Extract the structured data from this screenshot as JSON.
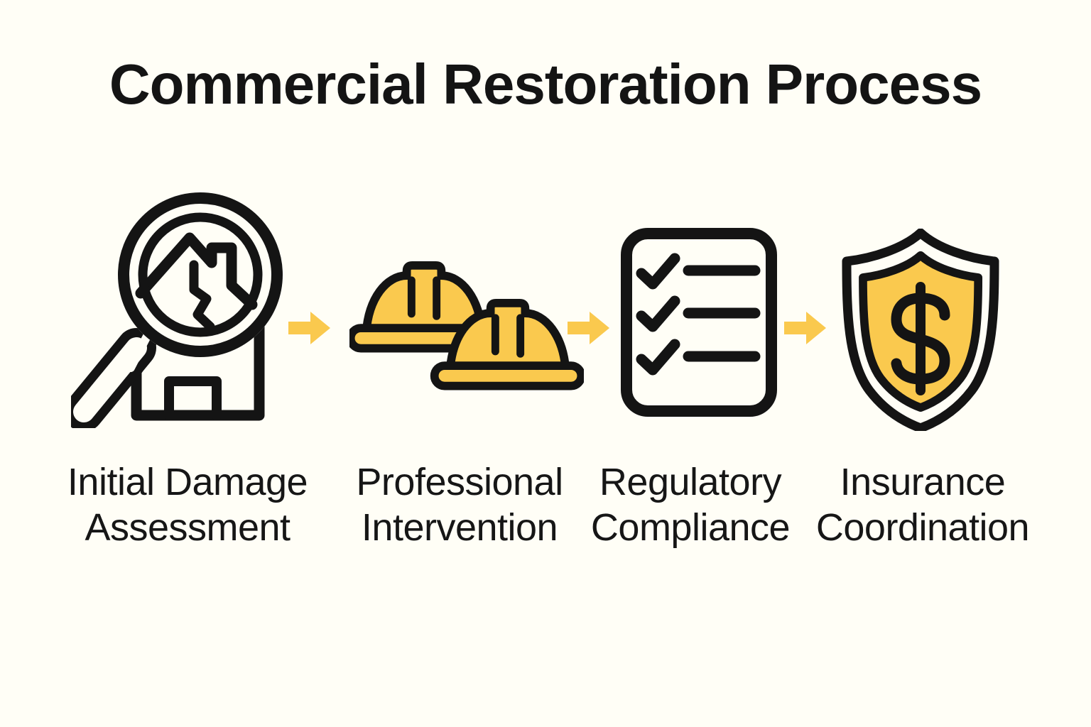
{
  "title": "Commercial Restoration Process",
  "colors": {
    "background": "#FFFEF6",
    "ink": "#141414",
    "accent_yellow": "#FAC94E"
  },
  "steps": [
    {
      "name": "initial-damage-assessment",
      "icon": "magnifier-damaged-house-icon",
      "label_line1": "Initial Damage",
      "label_line2": "Assessment"
    },
    {
      "name": "professional-intervention",
      "icon": "hard-hats-icon",
      "label_line1": "Professional",
      "label_line2": "Intervention"
    },
    {
      "name": "regulatory-compliance",
      "icon": "checklist-document-icon",
      "label_line1": "Regulatory",
      "label_line2": "Compliance"
    },
    {
      "name": "insurance-coordination",
      "icon": "shield-dollar-icon",
      "label_line1": "Insurance",
      "label_line2": "Coordination"
    }
  ],
  "connector": {
    "icon": "right-arrow-icon",
    "count": 3,
    "color": "#FAC94E"
  }
}
